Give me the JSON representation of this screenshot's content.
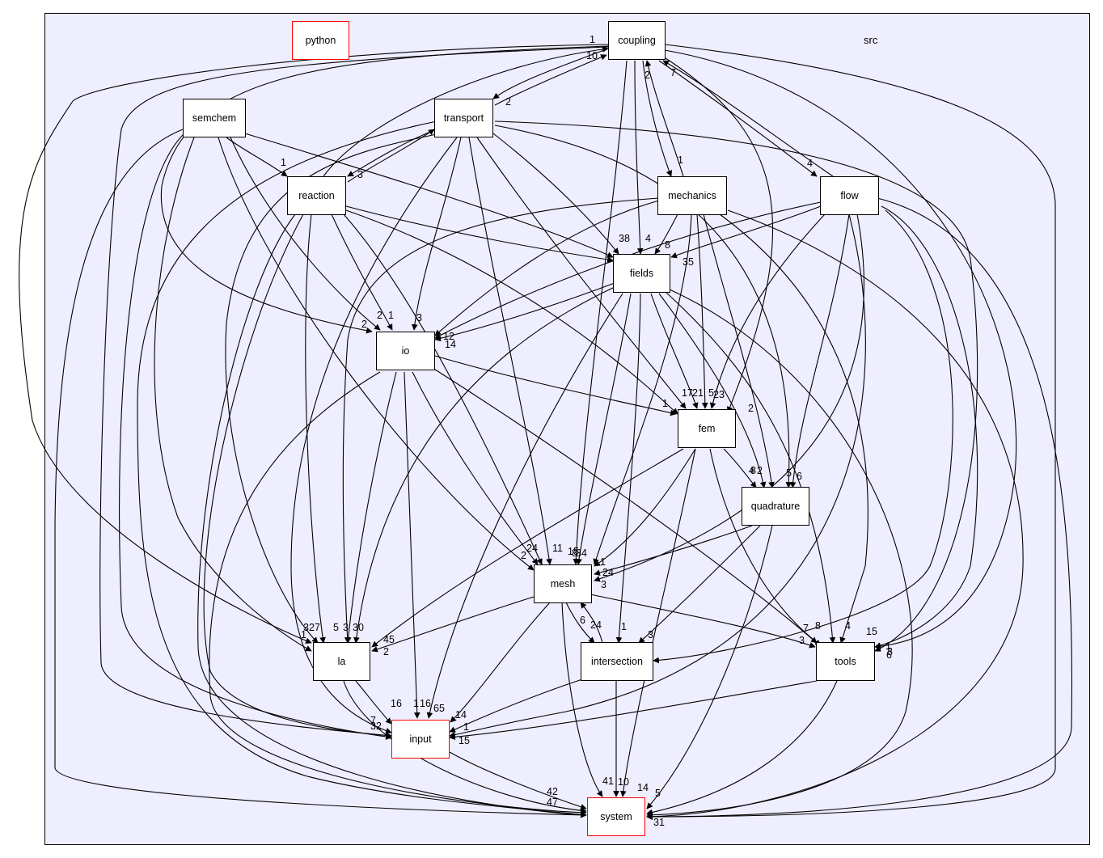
{
  "cluster": {
    "label": "src"
  },
  "nodes": {
    "python": "python",
    "coupling": "coupling",
    "semchem": "semchem",
    "transport": "transport",
    "reaction": "reaction",
    "mechanics": "mechanics",
    "flow": "flow",
    "fields": "fields",
    "io": "io",
    "fem": "fem",
    "quadrature": "quadrature",
    "mesh": "mesh",
    "la": "la",
    "intersection": "intersection",
    "tools": "tools",
    "input": "input",
    "system": "system"
  },
  "colors": {
    "cluster_fill": "#eeeeff",
    "edge": "#000000",
    "external_node_border": "#ff0000"
  },
  "edge_labels": [
    "1",
    "10",
    "2",
    "7",
    "2",
    "1",
    "4",
    "38",
    "4",
    "8",
    "35",
    "1",
    "2",
    "1",
    "3",
    "3",
    "2",
    "12",
    "14",
    "17",
    "21",
    "5",
    "23",
    "1",
    "2",
    "8",
    "4",
    "2",
    "5",
    "6",
    "2",
    "24",
    "11",
    "15",
    "8",
    "34",
    "1",
    "24",
    "3",
    "32",
    "1",
    "7",
    "5",
    "3",
    "30",
    "45",
    "2",
    "6",
    "24",
    "1",
    "3",
    "1",
    "7",
    "8",
    "4",
    "3",
    "15",
    "1",
    "8",
    "6",
    "7",
    "32",
    "16",
    "1",
    "16",
    "65",
    "14",
    "1",
    "15",
    "42",
    "47",
    "41",
    "10",
    "14",
    "5",
    "31"
  ]
}
